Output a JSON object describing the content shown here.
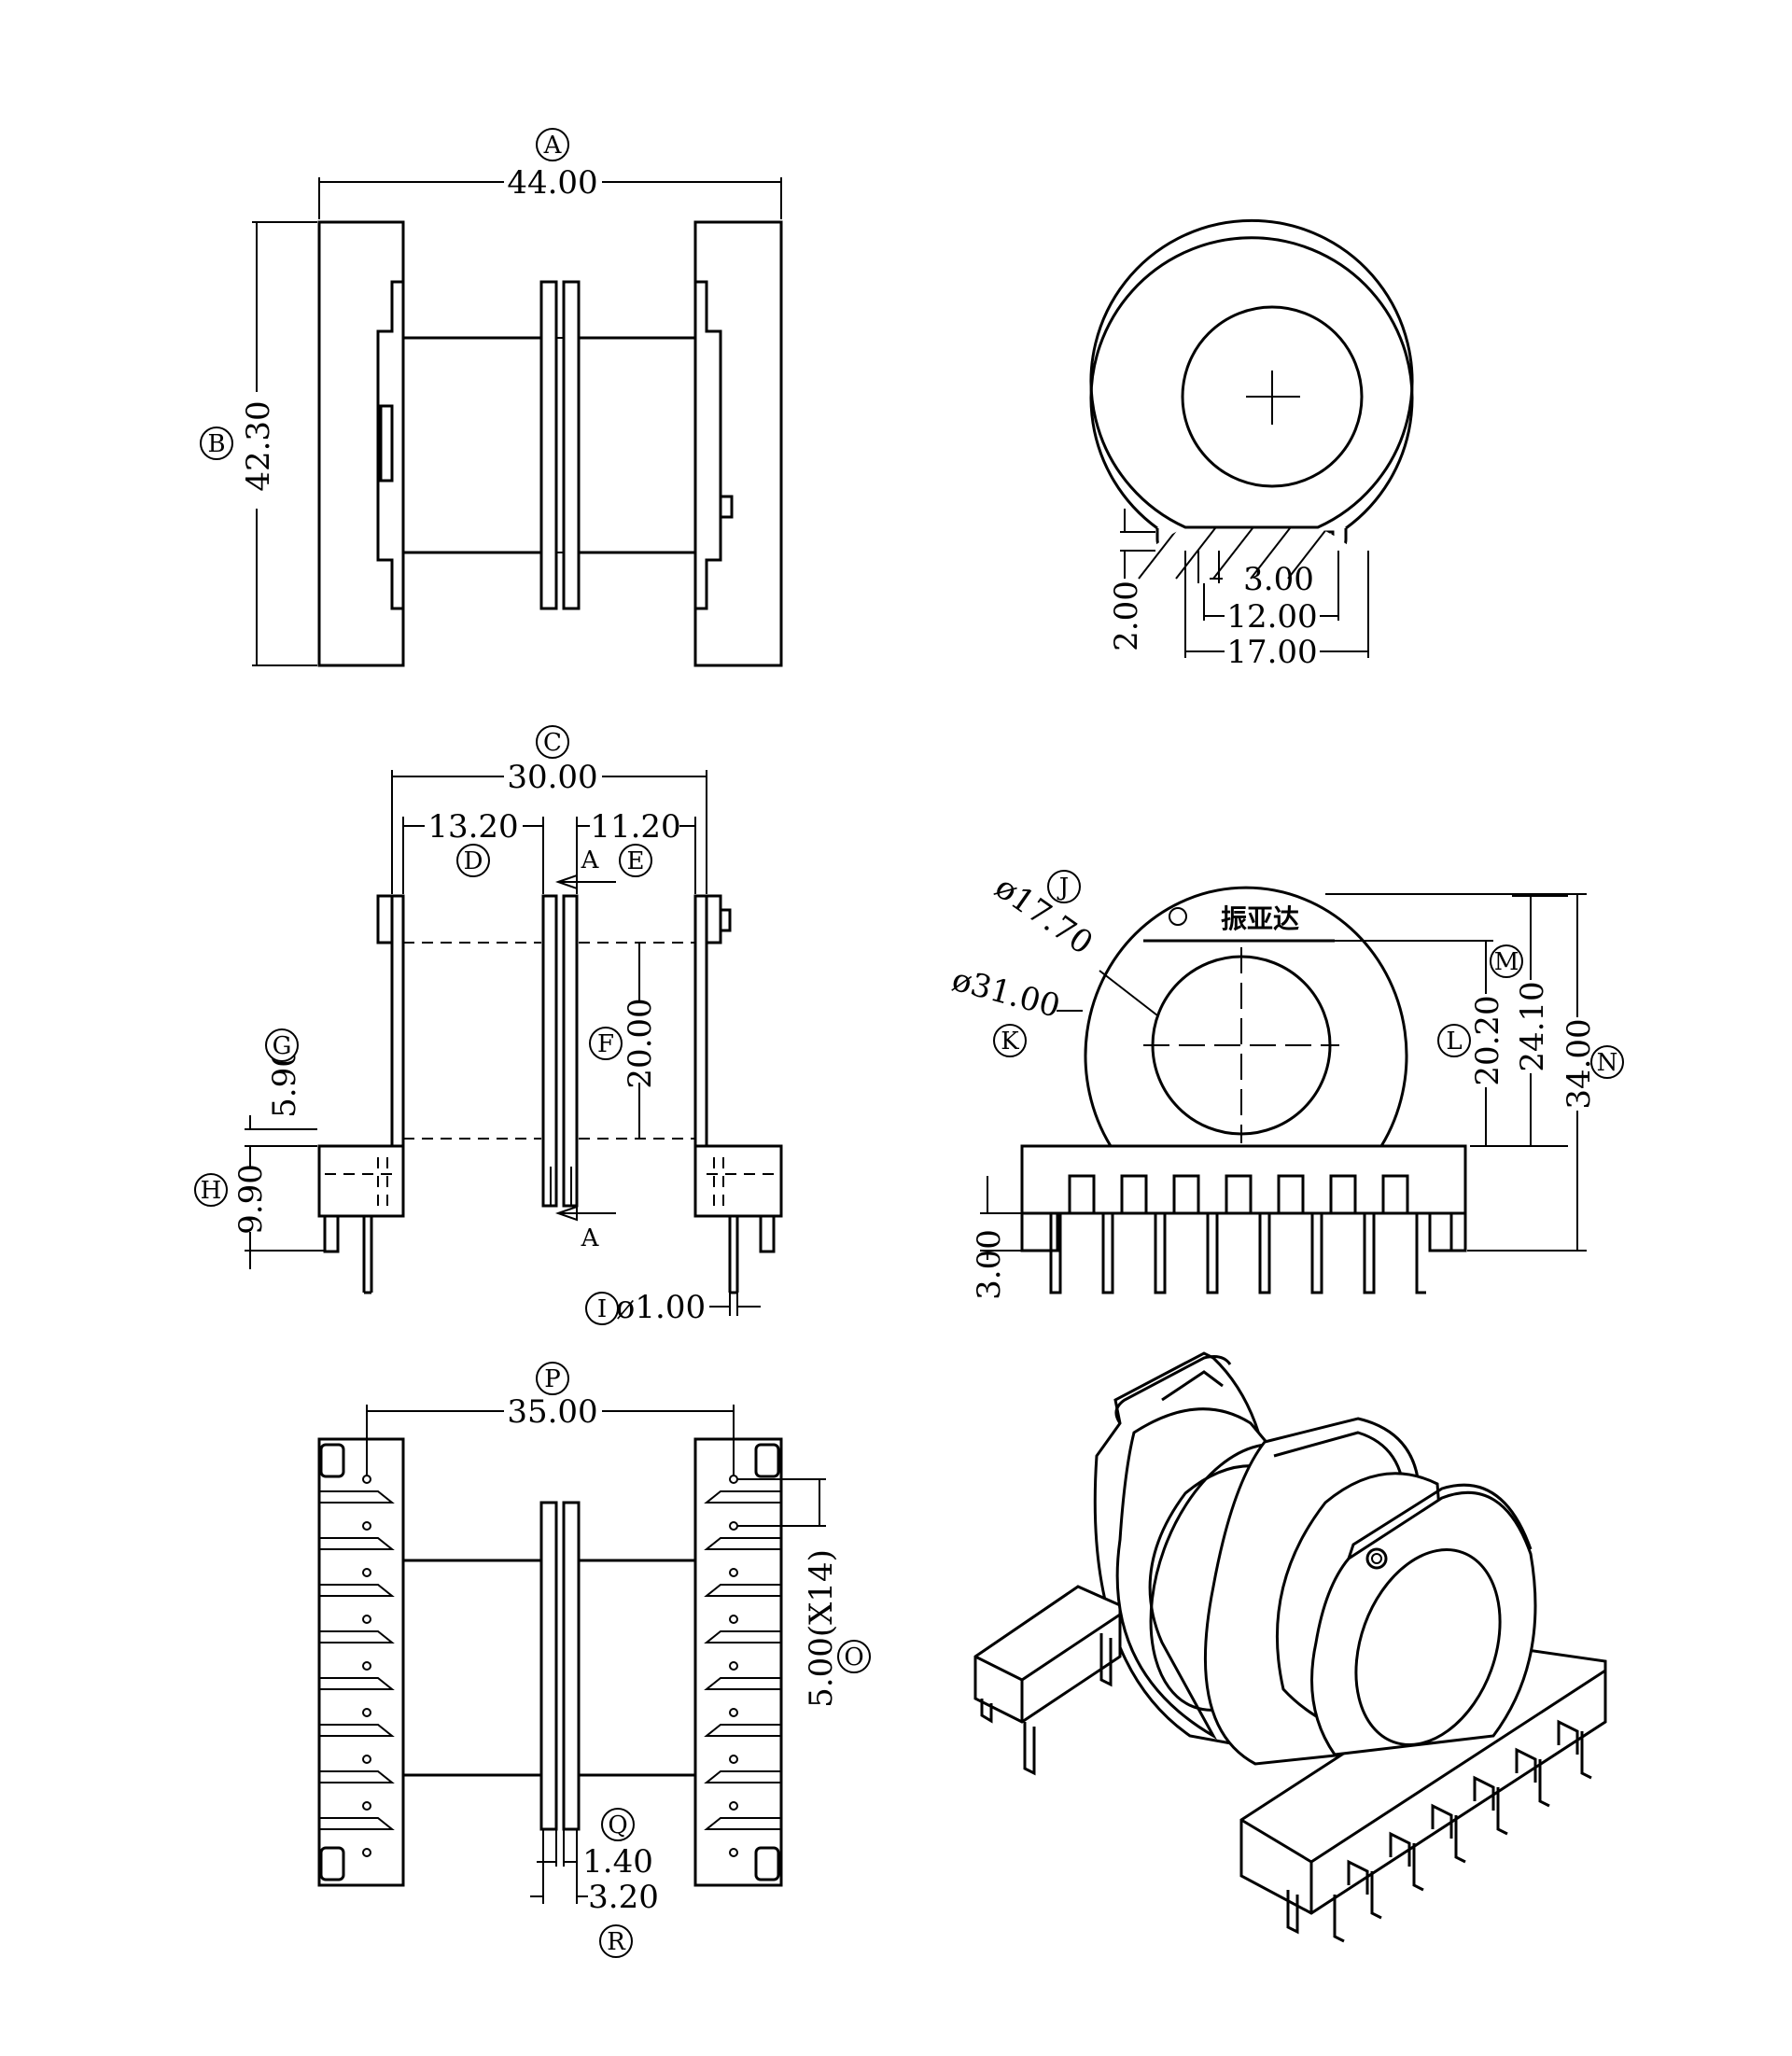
{
  "drawing": {
    "brand_mark": "振亚达",
    "labels": {
      "A": "A",
      "B": "B",
      "C": "C",
      "D": "D",
      "E": "E",
      "F": "F",
      "G": "G",
      "H": "H",
      "I": "I",
      "J": "J",
      "K": "K",
      "L": "L",
      "M": "M",
      "N": "N",
      "O": "O",
      "P": "P",
      "Q": "Q",
      "R": "R"
    },
    "dimensions": {
      "A": "44.00",
      "B": "42.30",
      "C": "30.00",
      "D": "13.20",
      "E": "11.20",
      "F": "20.00",
      "G": "5.90",
      "H": "9.90",
      "I": "ø1.00",
      "J": "ø17.70",
      "K": "ø31.00",
      "L": "20.20",
      "M": "24.10",
      "N": "34.00",
      "O": "5.00(X14)",
      "P": "35.00",
      "Q": "1.40",
      "R": "3.20",
      "slot_width": "3.00",
      "slot_spacing": "12.00",
      "base_width": "17.00",
      "slot_depth": "2.00",
      "pin_height": "3.00"
    },
    "section_marks": {
      "top": "A",
      "bottom": "A"
    }
  }
}
